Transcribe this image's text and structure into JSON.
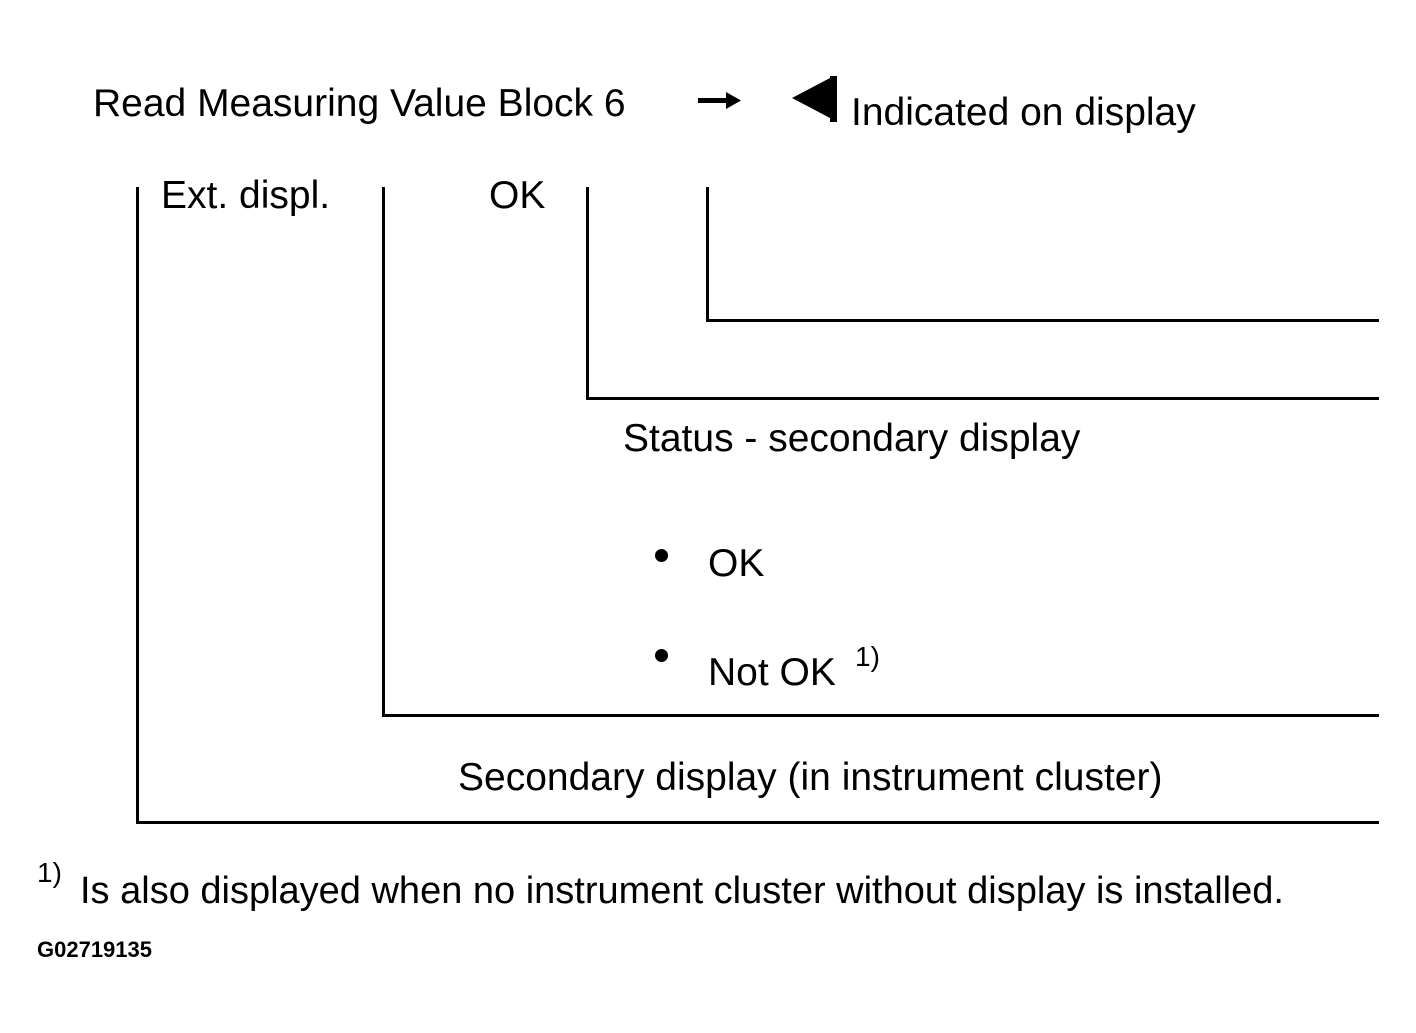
{
  "header": {
    "title": "Read Measuring Value Block 6",
    "arrow_icon": "right-arrow-icon",
    "pointer_icon": "left-triangle-pointer-icon",
    "indicated": "Indicated on display"
  },
  "fields": {
    "field1": "Ext. displ.",
    "field2": "OK"
  },
  "status": {
    "heading": "Status - secondary display",
    "options": [
      "OK",
      "Not OK"
    ],
    "footnote_marker": "1)"
  },
  "secondary_display": "Secondary display (in instrument cluster)",
  "footnote": {
    "marker": "1)",
    "text": "Is also displayed when no instrument cluster without display is installed."
  },
  "figure_code": "G02719135"
}
